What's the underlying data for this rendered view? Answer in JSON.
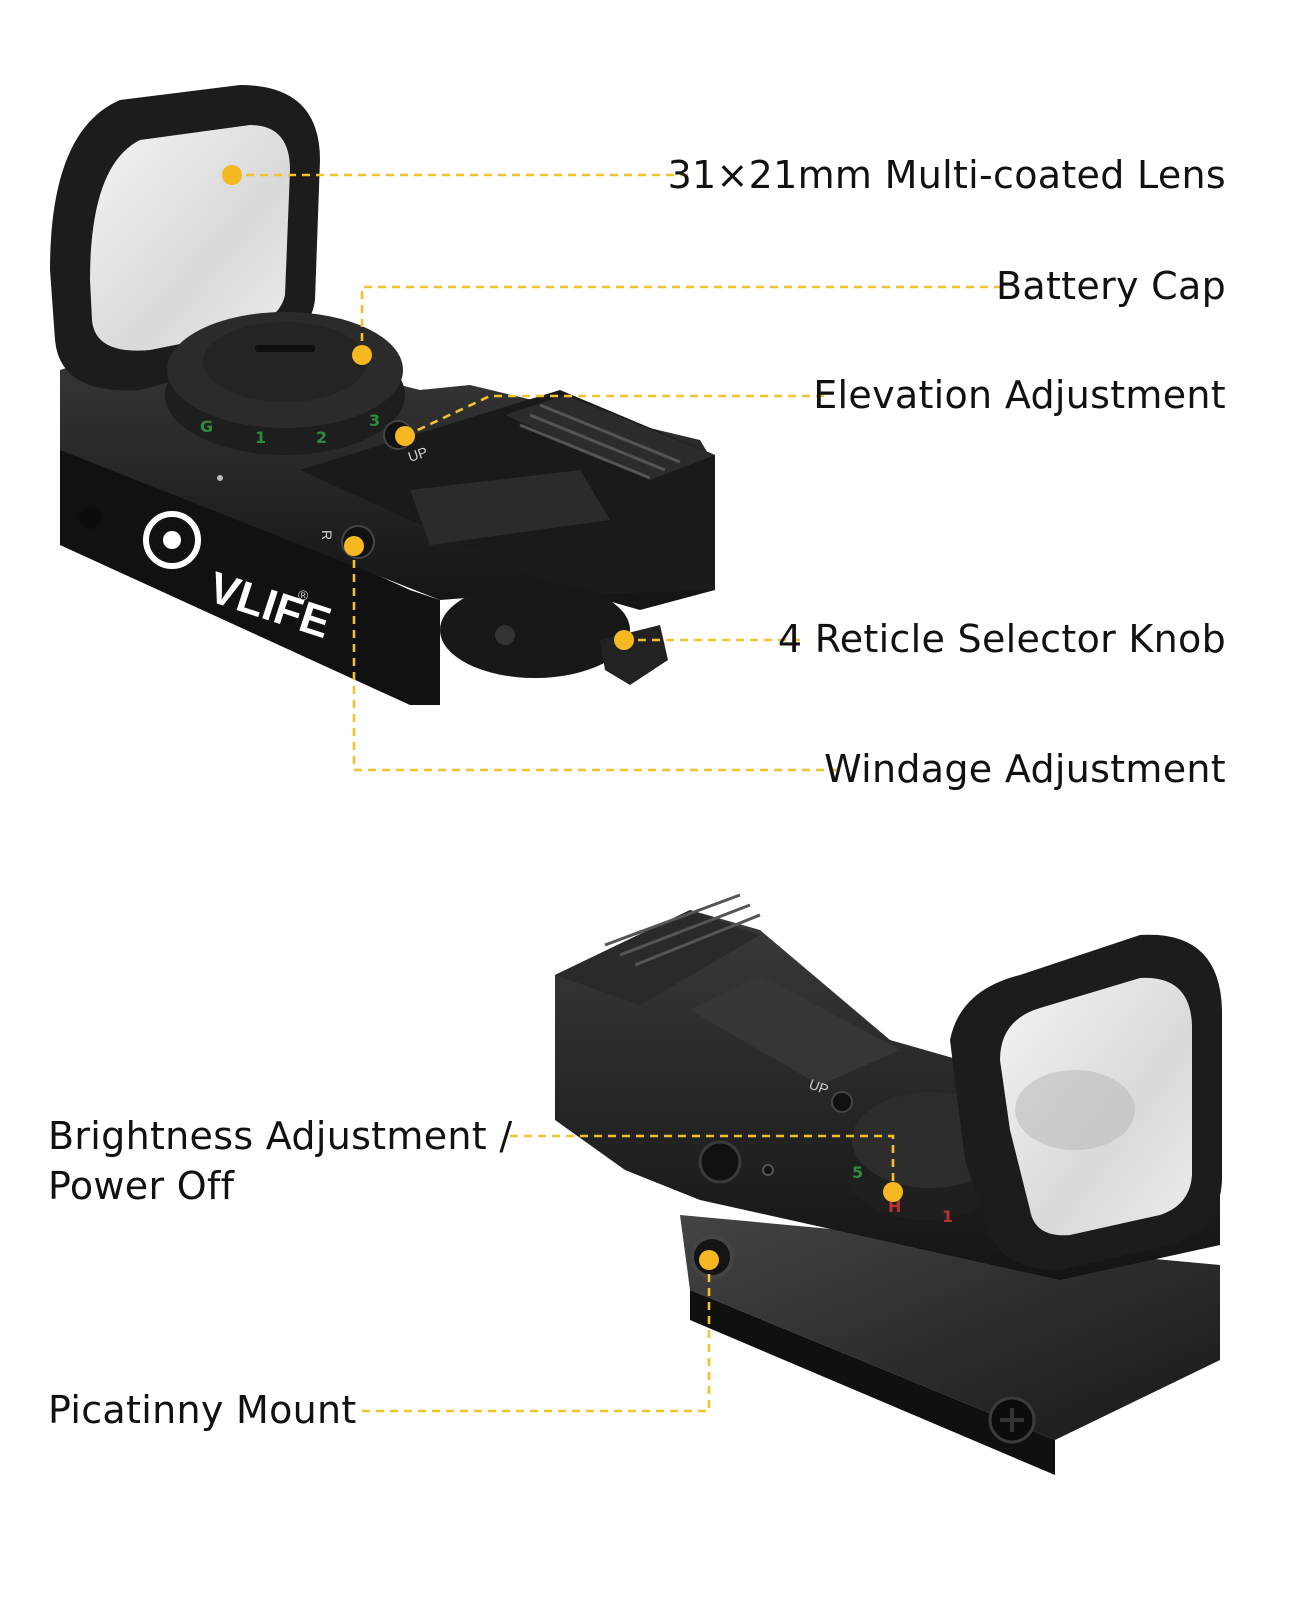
{
  "callouts": {
    "lens": "31×21mm Multi-coated Lens",
    "battery_cap": "Battery Cap",
    "elevation": "Elevation Adjustment",
    "reticle_knob": "4 Reticle Selector Knob",
    "windage": "Windage Adjustment",
    "brightness_line1": "Brightness Adjustment /",
    "brightness_line2": "Power Off",
    "mount": "Picatinny Mount"
  },
  "brand": {
    "logo_text": "VLIFE",
    "registered": "®"
  },
  "markings": {
    "up": "UP",
    "r": "R",
    "dial_top": [
      "G",
      "1",
      "2",
      "3"
    ],
    "dial_bottom": [
      "5",
      "H",
      "1"
    ]
  },
  "colors": {
    "leader": "#f2c12e",
    "dot": "#f5b820",
    "body": "#1b1b1b",
    "text": "#111111"
  }
}
